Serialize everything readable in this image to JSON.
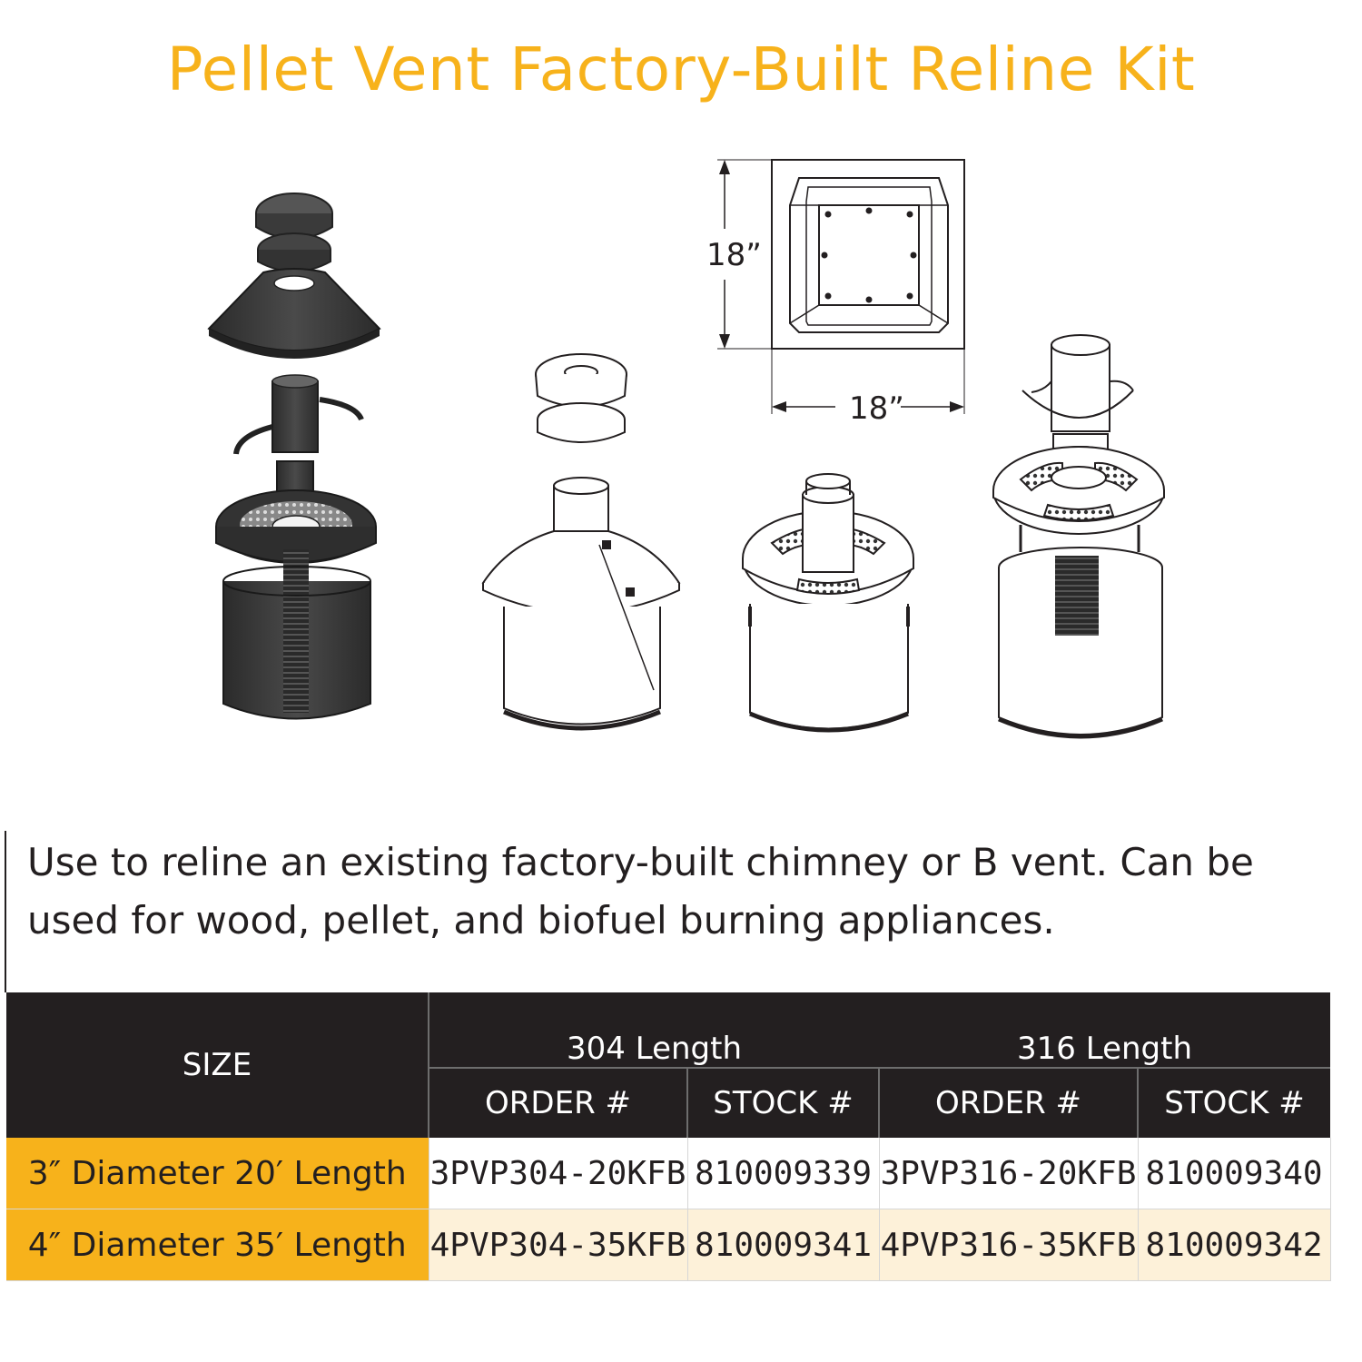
{
  "page": {
    "title": "Pellet Vent Factory-Built Reline Kit",
    "description": "Use to reline an existing factory-built chimney or B vent. Can be used for wood, pellet, and biofuel burning appliances."
  },
  "dimensions": {
    "height_label": "18”",
    "width_label": "18”"
  },
  "table": {
    "size_header": "SIZE",
    "groups": [
      {
        "label": "304 Length",
        "order_header": "ORDER #",
        "stock_header": "STOCK #"
      },
      {
        "label": "316 Length",
        "order_header": "ORDER #",
        "stock_header": "STOCK #"
      }
    ],
    "rows": [
      {
        "size": "3″ Diameter 20′ Length",
        "order_304": "3PVP304-20KFB",
        "stock_304": "810009339",
        "order_316": "3PVP316-20KFB",
        "stock_316": "810009340"
      },
      {
        "size": "4″ Diameter 35′ Length",
        "order_304": "4PVP304-35KFB",
        "stock_304": "810009341",
        "order_316": "4PVP316-35KFB",
        "stock_316": "810009342"
      }
    ]
  },
  "colors": {
    "accent": "#f7b21b",
    "header_dark": "#231f20",
    "row_alt": "#fdf1d9"
  }
}
